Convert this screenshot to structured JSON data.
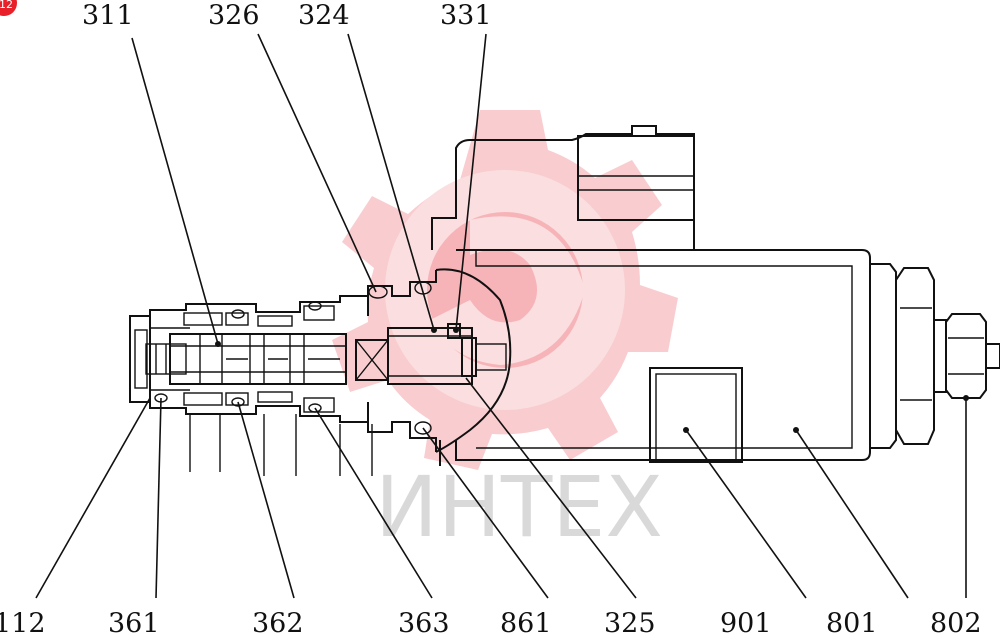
{
  "diagram": {
    "watermark_text": "ИНТЕХ",
    "accent_color": "#e8202a",
    "watermark_gear_color": "#f6b8bb",
    "top_labels": [
      "311",
      "326",
      "324",
      "331"
    ],
    "bottom_labels": [
      "112",
      "361",
      "362",
      "363",
      "861",
      "325",
      "901",
      "801",
      "802"
    ]
  }
}
